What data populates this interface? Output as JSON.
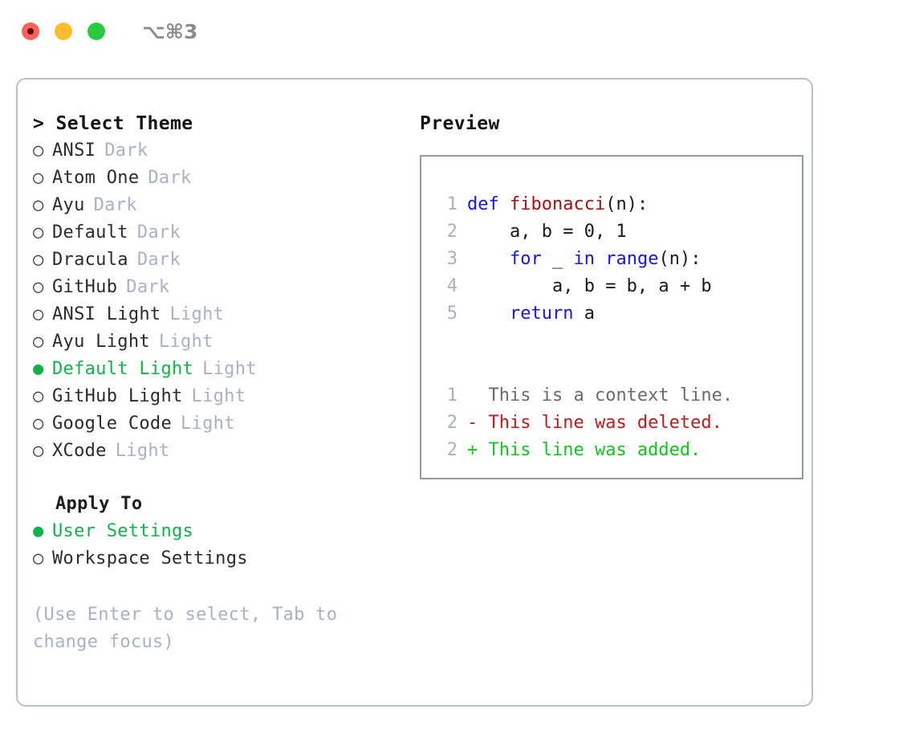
{
  "window": {
    "shortcut_title": "⌥⌘3",
    "traffic_lights": [
      "close-red",
      "minimize-yellow",
      "maximize-green"
    ]
  },
  "theme_list": {
    "header": "> Select Theme",
    "items": [
      {
        "marker": "○",
        "label": "ANSI",
        "tag": "Dark",
        "selected": false
      },
      {
        "marker": "○",
        "label": "Atom One",
        "tag": "Dark",
        "selected": false
      },
      {
        "marker": "○",
        "label": "Ayu",
        "tag": "Dark",
        "selected": false
      },
      {
        "marker": "○",
        "label": "Default",
        "tag": "Dark",
        "selected": false
      },
      {
        "marker": "○",
        "label": "Dracula",
        "tag": "Dark",
        "selected": false
      },
      {
        "marker": "○",
        "label": "GitHub",
        "tag": "Dark",
        "selected": false
      },
      {
        "marker": "○",
        "label": "ANSI Light",
        "tag": "Light",
        "selected": false
      },
      {
        "marker": "○",
        "label": "Ayu Light",
        "tag": "Light",
        "selected": false
      },
      {
        "marker": "●",
        "label": "Default Light",
        "tag": "Light",
        "selected": true
      },
      {
        "marker": "○",
        "label": "GitHub Light",
        "tag": "Light",
        "selected": false
      },
      {
        "marker": "○",
        "label": "Google Code",
        "tag": "Light",
        "selected": false
      },
      {
        "marker": "○",
        "label": "XCode",
        "tag": "Light",
        "selected": false
      }
    ]
  },
  "apply_to": {
    "title": "Apply To",
    "items": [
      {
        "marker": "●",
        "label": "User Settings",
        "selected": true
      },
      {
        "marker": "○",
        "label": "Workspace Settings",
        "selected": false
      }
    ]
  },
  "hint": "(Use Enter to select, Tab to change focus)",
  "preview": {
    "header": "Preview",
    "code_lines": [
      {
        "num": "1",
        "indent": "",
        "tokens": [
          {
            "text": "def ",
            "kind": "keyword"
          },
          {
            "text": "fibonacci",
            "kind": "function"
          },
          {
            "text": "(n):",
            "kind": "plain"
          }
        ]
      },
      {
        "num": "2",
        "indent": "    ",
        "tokens": [
          {
            "text": "a, b = 0, 1",
            "kind": "plain"
          }
        ]
      },
      {
        "num": "3",
        "indent": "    ",
        "tokens": [
          {
            "text": "for ",
            "kind": "keyword"
          },
          {
            "text": "_ ",
            "kind": "plain"
          },
          {
            "text": "in ",
            "kind": "keyword"
          },
          {
            "text": "range",
            "kind": "keyword"
          },
          {
            "text": "(n):",
            "kind": "plain"
          }
        ]
      },
      {
        "num": "4",
        "indent": "        ",
        "tokens": [
          {
            "text": "a, b = b, a + b",
            "kind": "plain"
          }
        ]
      },
      {
        "num": "5",
        "indent": "    ",
        "tokens": [
          {
            "text": "return ",
            "kind": "keyword"
          },
          {
            "text": "a",
            "kind": "plain"
          }
        ]
      }
    ],
    "diff_lines": [
      {
        "num": "1",
        "sign": "  ",
        "text": "This is a context line.",
        "kind": "context"
      },
      {
        "num": "2",
        "sign": "- ",
        "text": "This line was deleted.",
        "kind": "deleted"
      },
      {
        "num": "2",
        "sign": "+ ",
        "text": "This line was added.",
        "kind": "added"
      }
    ]
  },
  "colors": {
    "accent_green": "#12b24b",
    "dim_text": "#a9b2c2",
    "keyword_blue": "#1414ff",
    "function_red": "#a01313",
    "diff_deleted": "#c01b1b",
    "diff_added": "#12c41f",
    "panel_border": "#b9c0cc",
    "preview_border": "#8e9aad"
  }
}
